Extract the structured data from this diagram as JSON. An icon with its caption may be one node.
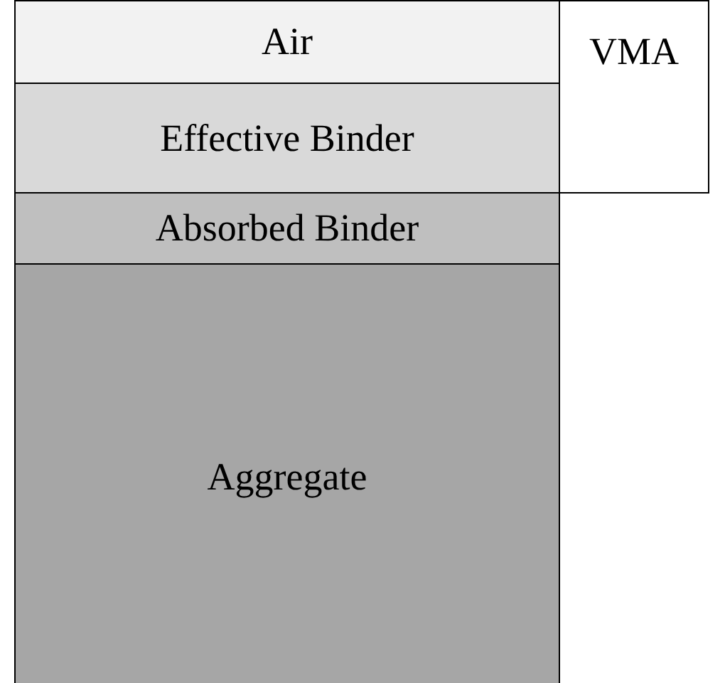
{
  "diagram": {
    "nodes": [
      {
        "text": [
          "Air"
        ]
      },
      {
        "text": [
          "Effective Binder"
        ]
      },
      {
        "text": [
          "Absorbed Binder"
        ]
      },
      {
        "text": [
          "Aggregate"
        ]
      },
      {
        "text": [
          "VMA"
        ]
      }
    ]
  }
}
